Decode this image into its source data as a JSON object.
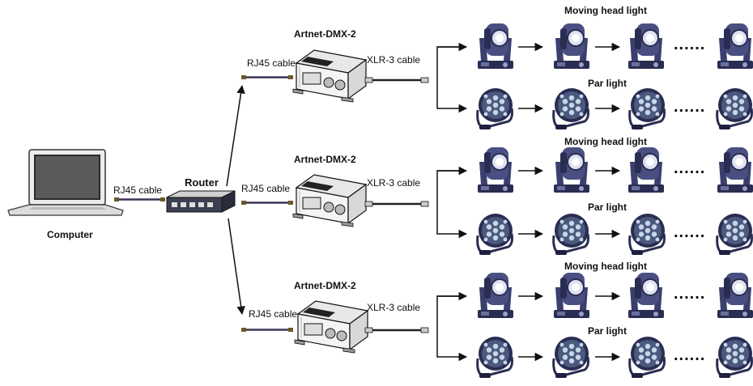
{
  "computer": {
    "label": "Computer"
  },
  "router": {
    "label": "Router"
  },
  "cables": {
    "rj45": "RJ45 cable",
    "xlr3": "XLR-3 cable"
  },
  "controllers": [
    {
      "title": "Artnet-DMX-2"
    },
    {
      "title": "Artnet-DMX-2"
    },
    {
      "title": "Artnet-DMX-2"
    }
  ],
  "fixtures": {
    "moving_head": "Moving head light",
    "par": "Par light",
    "ellipsis": "......"
  },
  "colors": {
    "line": "#111111",
    "fixture_body": "#3b3f6e",
    "fixture_dark": "#1e2040",
    "cable": "#3a3555"
  }
}
